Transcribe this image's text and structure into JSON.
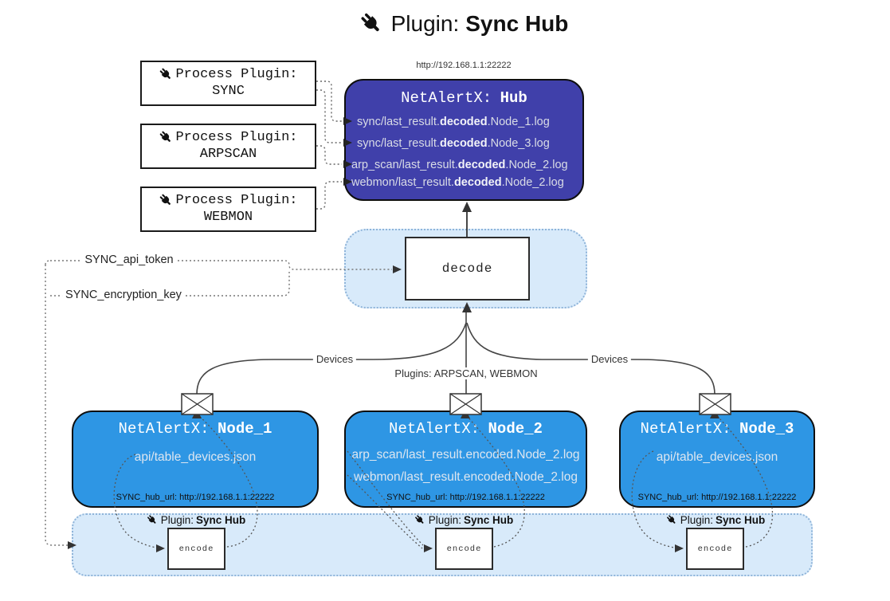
{
  "title": {
    "prefix": "Plugin:",
    "name": "Sync Hub"
  },
  "process_plugins": [
    {
      "label": "Process Plugin:",
      "name": "SYNC"
    },
    {
      "label": "Process Plugin:",
      "name": "ARPSCAN"
    },
    {
      "label": "Process Plugin:",
      "name": "WEBMON"
    }
  ],
  "hub": {
    "url": "http://192.168.1.1:22222",
    "title_prefix": "NetAlertX:",
    "title_name": "Hub",
    "logs": [
      {
        "pre": "sync/last_result.",
        "bold": "decoded",
        "post": ".Node_1.log"
      },
      {
        "pre": "sync/last_result.",
        "bold": "decoded",
        "post": ".Node_3.log"
      },
      {
        "pre": "arp_scan/last_result.",
        "bold": "decoded",
        "post": ".Node_2.log"
      },
      {
        "pre": "webmon/last_result.",
        "bold": "decoded",
        "post": ".Node_2.log"
      }
    ]
  },
  "decode_box": {
    "label": "decode"
  },
  "config_labels": {
    "api_token": "SYNC_api_token",
    "encryption_key": "SYNC_encryption_key"
  },
  "edge_labels": {
    "devices_left": "Devices",
    "plugins": "Plugins: ARPSCAN, WEBMON",
    "devices_right": "Devices"
  },
  "nodes": [
    {
      "title_prefix": "NetAlertX:",
      "title_name": "Node_1",
      "files": [
        "api/table_devices.json"
      ],
      "hub_url": "SYNC_hub_url: http://192.168.1.1:22222"
    },
    {
      "title_prefix": "NetAlertX:",
      "title_name": "Node_2",
      "files": [
        "arp_scan/last_result.encoded.Node_2.log",
        "webmon/last_result.encoded.Node_2.log"
      ],
      "hub_url": "SYNC_hub_url: http://192.168.1.1:22222"
    },
    {
      "title_prefix": "NetAlertX:",
      "title_name": "Node_3",
      "files": [
        "api/table_devices.json"
      ],
      "hub_url": "SYNC_hub_url: http://192.168.1.1:22222"
    }
  ],
  "encoders": [
    {
      "plugin_prefix": "Plugin:",
      "plugin_name": "Sync Hub",
      "label": "encode"
    },
    {
      "plugin_prefix": "Plugin:",
      "plugin_name": "Sync Hub",
      "label": "encode"
    },
    {
      "plugin_prefix": "Plugin:",
      "plugin_name": "Sync Hub",
      "label": "encode"
    }
  ],
  "colors": {
    "hub_fill": "#4040aa",
    "node_fill": "#2e96e4",
    "panel_fill": "#d8eafa",
    "panel_border": "#8fb4d9",
    "edge": "#444444"
  }
}
